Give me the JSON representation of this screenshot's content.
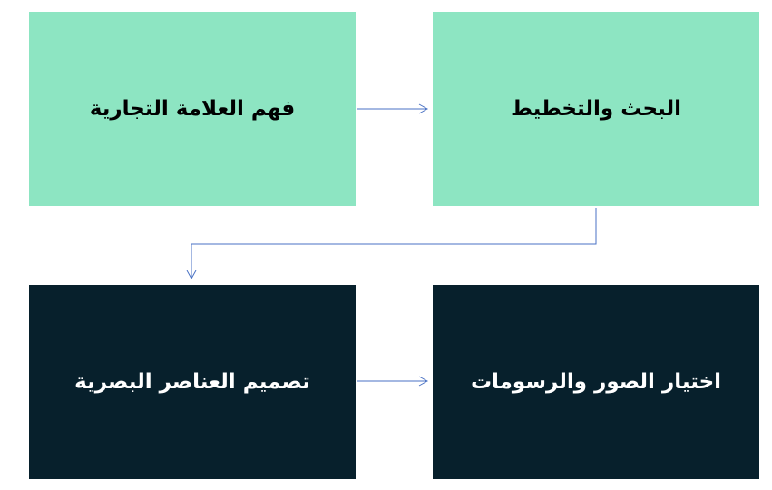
{
  "diagram": {
    "nodes": [
      {
        "id": "step1",
        "label": "فهم العلامة التجارية",
        "fill": "#8de5c2",
        "text_color": "#000000"
      },
      {
        "id": "step2",
        "label": "البحث والتخطيط",
        "fill": "#8de5c2",
        "text_color": "#000000"
      },
      {
        "id": "step3",
        "label": "اختيار الصور والرسومات",
        "fill": "#07202c",
        "text_color": "#ffffff"
      },
      {
        "id": "step4",
        "label": "تصميم العناصر البصرية",
        "fill": "#07202c",
        "text_color": "#ffffff"
      }
    ],
    "edges": [
      {
        "from": "step1",
        "to": "step2"
      },
      {
        "from": "step2",
        "to": "step4"
      },
      {
        "from": "step4",
        "to": "step3"
      }
    ],
    "connector_color": "#4a72c4"
  }
}
